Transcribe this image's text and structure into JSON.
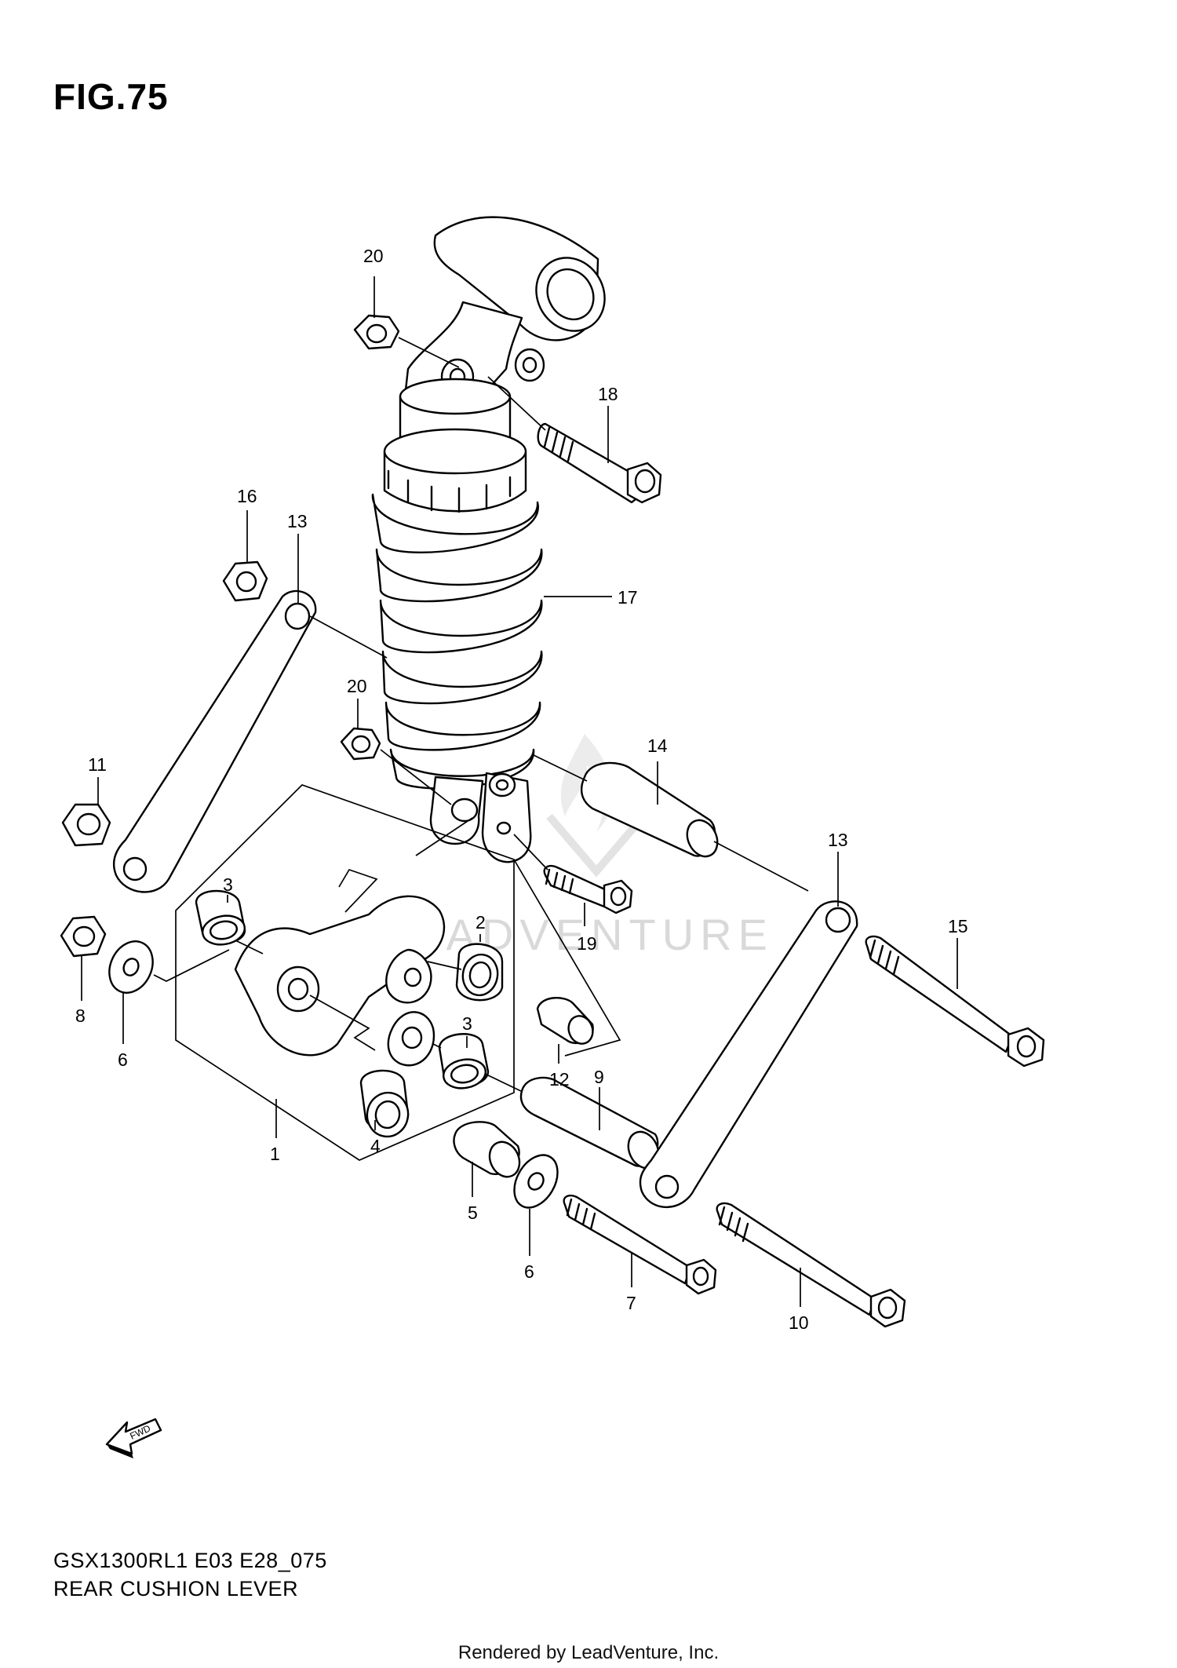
{
  "figure": {
    "title": "FIG.75",
    "model_code": "GSX1300RL1 E03 E28_075",
    "section_name": "REAR CUSHION LEVER",
    "footer": "Rendered by LeadVenture, Inc.",
    "watermark": "LEADVENTURE",
    "fwd_label": "FWD"
  },
  "callouts": {
    "c1": "1",
    "c2": "2",
    "c3a": "3",
    "c3b": "3",
    "c4": "4",
    "c5": "5",
    "c6a": "6",
    "c6b": "6",
    "c7": "7",
    "c8": "8",
    "c9": "9",
    "c10": "10",
    "c11": "11",
    "c12": "12",
    "c13a": "13",
    "c13b": "13",
    "c14": "14",
    "c15": "15",
    "c16": "16",
    "c17": "17",
    "c18": "18",
    "c19": "19",
    "c20a": "20",
    "c20b": "20"
  }
}
